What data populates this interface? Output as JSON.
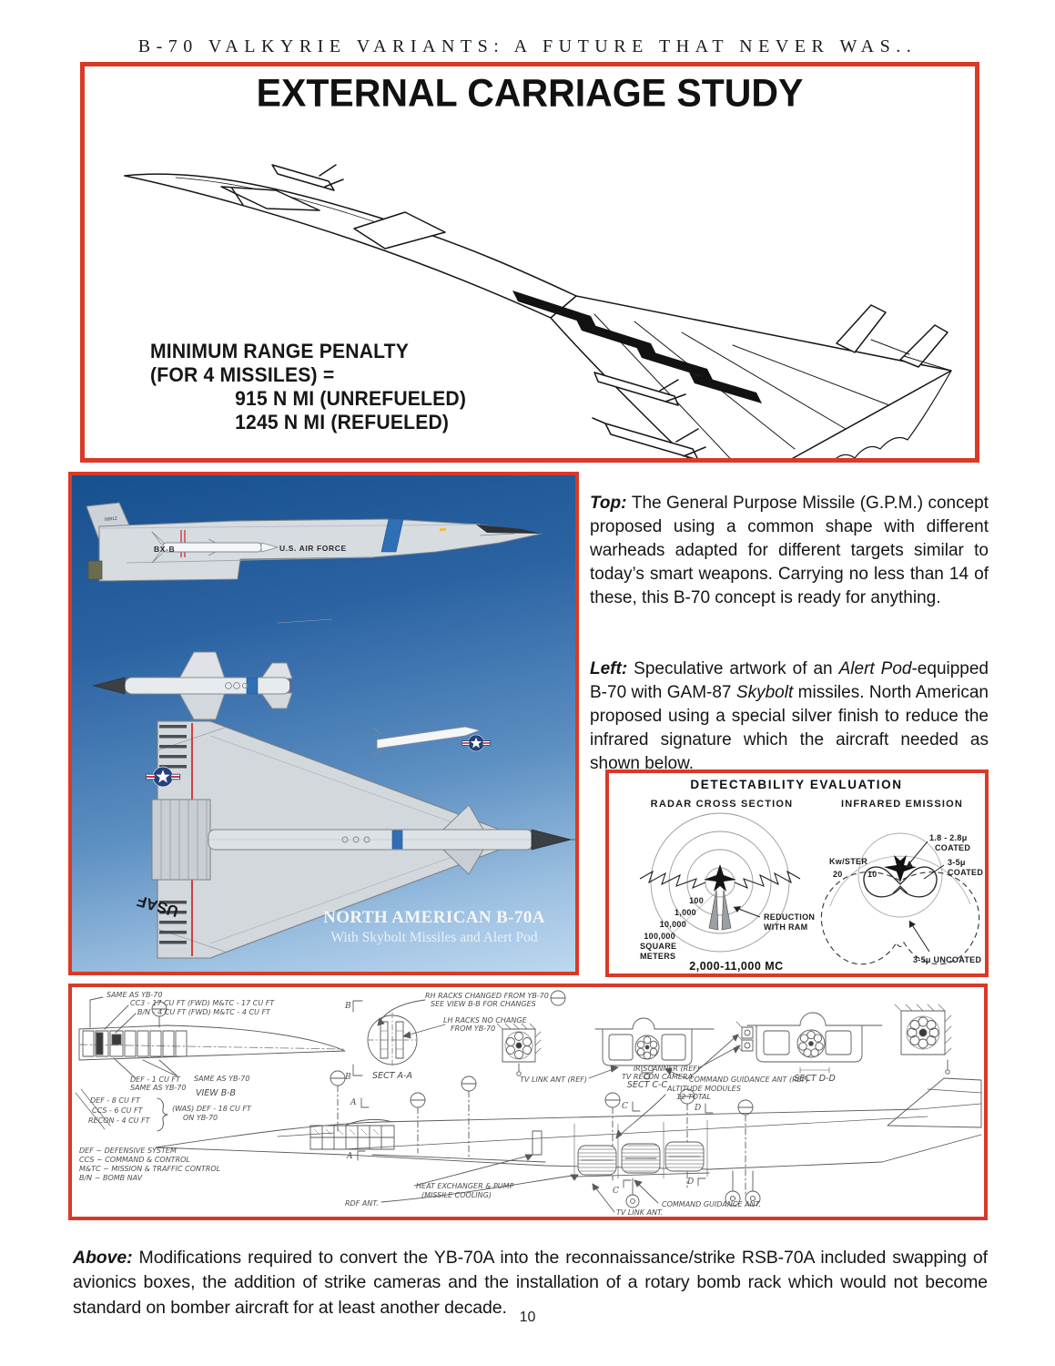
{
  "page": {
    "header_title": "B-70 VALKYRIE VARIANTS: A FUTURE THAT NEVER WAS..",
    "number": "10"
  },
  "carriage_study": {
    "title": "EXTERNAL CARRIAGE STUDY",
    "range_lines": [
      "MINIMUM RANGE PENALTY",
      "(FOR 4 MISSILES)  =",
      "915 N MI (UNREFUELED)",
      "1245 N MI (REFUELED)"
    ]
  },
  "artwork": {
    "caption_title": "NORTH AMERICAN B-70A",
    "caption_subtitle": "With Skybolt Missiles and Alert Pod",
    "fuselage_marking": "U.S. AIR FORCE",
    "nose_code": "BX-B",
    "tail_number": "00812",
    "wing_marking": "USAF"
  },
  "captions": {
    "top": [
      {
        "t": "Top: ",
        "b": true,
        "i": true
      },
      {
        "t": "The General Purpose Missile (G.P.M.) concept proposed using a common shape with different warheads adapted for different targets similar to today’s smart weapons. Carrying no less than 14 of these, this B-70 concept is ready for anything."
      }
    ],
    "left": [
      {
        "t": "Left: ",
        "b": true,
        "i": true
      },
      {
        "t": "Speculative artwork of an "
      },
      {
        "t": "Alert Pod",
        "i": true
      },
      {
        "t": "-equipped B-70 with GAM-87 "
      },
      {
        "t": "Skybolt",
        "i": true
      },
      {
        "t": " missiles. North American proposed using a special silver finish to reduce the infrared signature which the aircraft needed as shown below."
      }
    ],
    "above": [
      {
        "t": "Above: ",
        "b": true,
        "i": true
      },
      {
        "t": "Modifications required to convert the YB-70A into the reconnaissance/strike RSB-70A included swapping of avionics boxes, the addition of strike cameras and the installation of a rotary bomb rack which would not become standard on bomber aircraft for at least another decade."
      }
    ]
  },
  "detectability": {
    "title": "DETECTABILITY EVALUATION",
    "radar_title": "RADAR CROSS SECTION",
    "ir_title": "INFRARED EMISSION",
    "ring_labels": [
      "100",
      "1,000",
      "10,000",
      "100,000"
    ],
    "ring_unit1": "SQUARE",
    "ring_unit2": "METERS",
    "ram1": "REDUCTION",
    "ram2": "WITH RAM",
    "freq": "2,000-11,000 MC",
    "kw": "Kw/STER",
    "tick20": "20",
    "tick10": "10",
    "coated_a1": "1.8 - 2.8μ",
    "coated_a2": "COATED",
    "coated_b1": "3-5μ",
    "coated_b2": "COATED",
    "uncoated": "3-5μ UNCOATED"
  },
  "drawing": {
    "same_as_yb70": "SAME AS YB-70",
    "cc3": "CC3 - 17 CU FT (FWD)  M&TC - 17 CU FT",
    "bn": "B/N - 4 CU FT (FWD)  M&TC - 4 CU FT",
    "def1a": "DEF - 1 CU FT",
    "def1b": "SAME AS YB-70",
    "view_bb": "VIEW B-B",
    "rh1": "RH RACKS CHANGED FROM YB-70",
    "rh2": "SEE VIEW B-B FOR CHANGES",
    "lh1": "LH RACKS NO CHANGE",
    "lh2": "FROM YB-70",
    "sect_aa": "SECT A-A",
    "sect_cc": "SECT C-C",
    "sect_dd": "SECT D-D",
    "def8": "DEF - 8 CU FT",
    "ccs6": "CCS - 6 CU FT",
    "recon4": "RECON - 4 CU FT",
    "was1": "(WAS) DEF - 18 CU FT",
    "was2": "ON YB-70",
    "legend": [
      "DEF ~ DEFENSIVE SYSTEM",
      "CCS ~ COMMAND & CONTROL",
      "M&TC ~ MISSION & TRAFFIC CONTROL",
      "B/N ~ BOMB NAV"
    ],
    "heat1": "HEAT EXCHANGER & PUMP",
    "heat2": "(MISSILE COOLING)",
    "rdf": "RDF ANT.",
    "cmd_ref": "COMMAND GUIDANCE ANT (REF)",
    "tv_ref": "TV LINK ANT (REF)",
    "ir_scanner": "IR SCANNER (REF)",
    "tv_recon": "TV RECON CAMERA",
    "alt1": "ALTITUDE MODULES",
    "alt2": "12 TOTAL",
    "cmd": "COMMAND GUIDANCE ANT.",
    "tv": "TV LINK ANT.",
    "mk_a": "A",
    "mk_b": "B",
    "mk_c": "C",
    "mk_d": "D"
  }
}
